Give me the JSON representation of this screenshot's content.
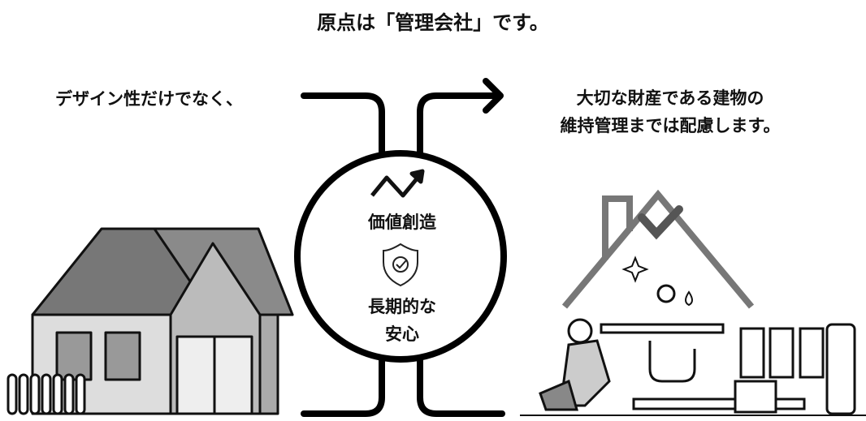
{
  "title": "原点は「管理会社」です。",
  "left_caption": "デザイン性だけでなく、",
  "right_caption": [
    "大切な財産である建物の",
    "維持管理までは配慮します。"
  ],
  "circle": {
    "value_label": "価値創造",
    "security_label_line1": "長期的な",
    "security_label_line2": "安心"
  }
}
